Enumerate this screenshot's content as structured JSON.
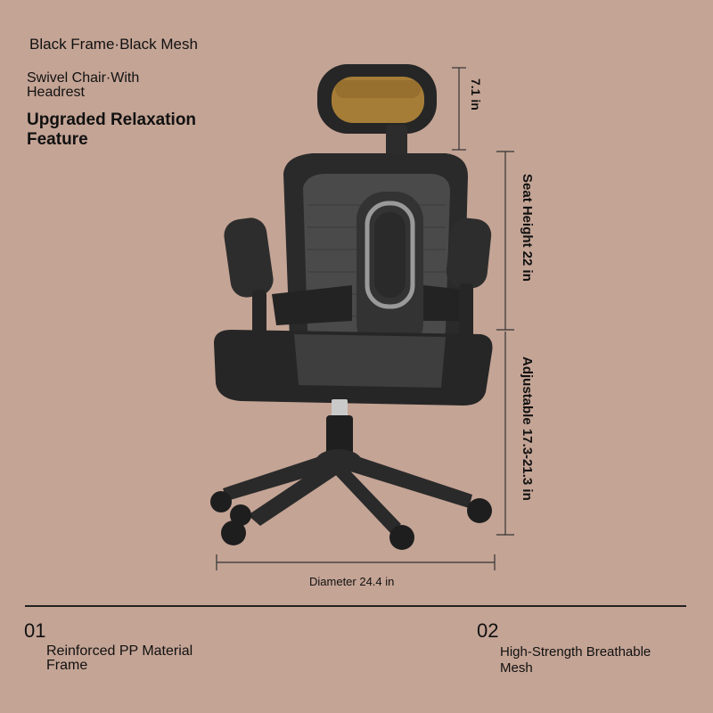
{
  "titles": {
    "line1": "Black Frame·Black Mesh",
    "line2": "Swivel Chair·With\nHeadrest",
    "line3": "Upgraded Relaxation\nFeature"
  },
  "dimensions": {
    "headrest": "7.1 in",
    "seat_height": "Seat Height 22 in",
    "adjustable": "Adjustable 17.3-21.3 in",
    "diameter": "Diameter 24.4 in"
  },
  "features": [
    {
      "num": "01",
      "label": "Reinforced PP Material\nFrame"
    },
    {
      "num": "02",
      "label": "High-Strength Breathable\nMesh"
    }
  ],
  "colors": {
    "background": "#c4a495",
    "chair_frame": "#2a2a2a",
    "headrest_mesh": "#b5873a"
  }
}
